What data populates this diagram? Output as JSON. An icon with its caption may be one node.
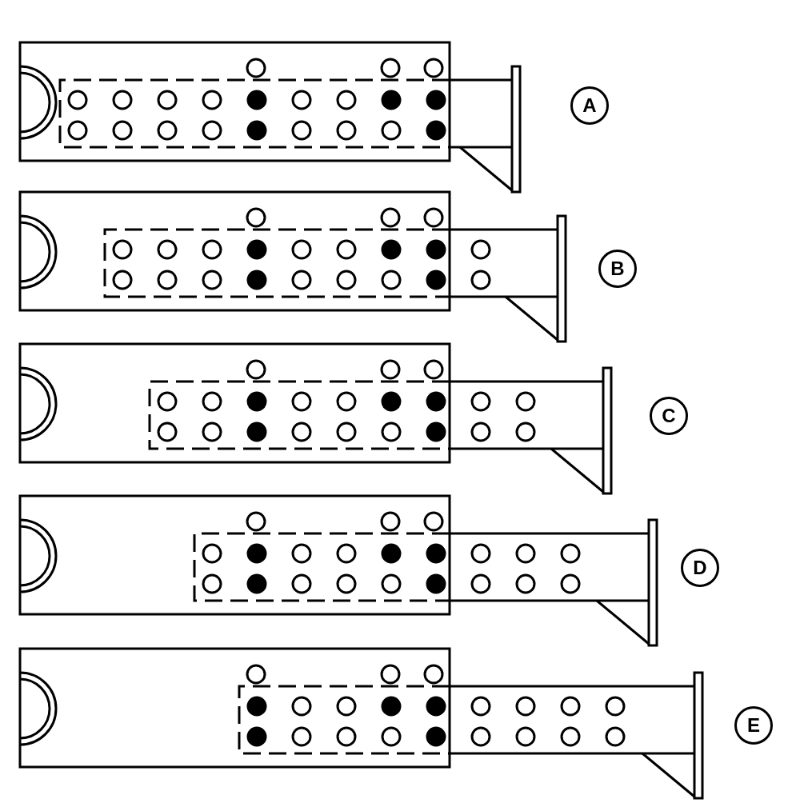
{
  "diagram": {
    "nodes": [
      {
        "text": [
          "A"
        ]
      },
      {
        "text": [
          "B"
        ]
      },
      {
        "text": [
          "C"
        ]
      },
      {
        "text": [
          "D"
        ]
      },
      {
        "text": [
          "E"
        ]
      }
    ]
  }
}
